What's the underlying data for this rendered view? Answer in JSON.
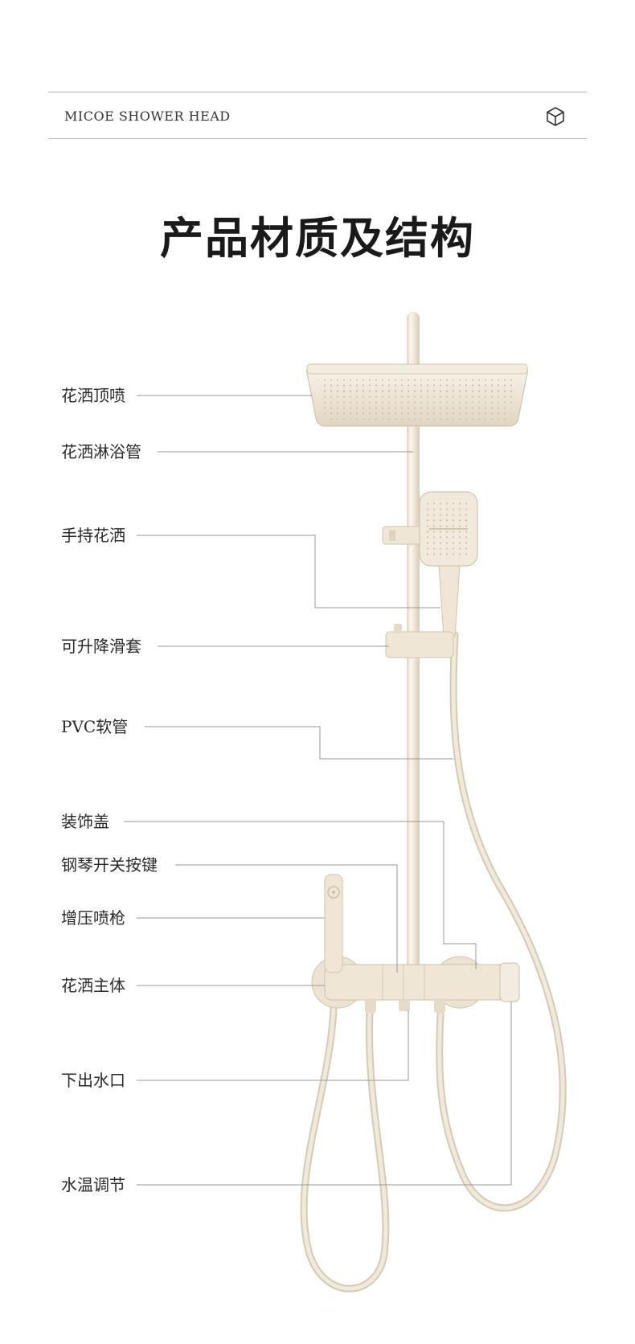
{
  "header": {
    "brand": "MICOE SHOWER HEAD",
    "icon": "cube-icon"
  },
  "page_title": "产品材质及结构",
  "parts": [
    {
      "id": "top-shower",
      "label": "花洒顶喷"
    },
    {
      "id": "shower-pipe",
      "label": "花洒淋浴管"
    },
    {
      "id": "hand-shower",
      "label": "手持花洒"
    },
    {
      "id": "slider",
      "label": "可升降滑套"
    },
    {
      "id": "pvc-hose",
      "label": "PVC软管"
    },
    {
      "id": "cover",
      "label": "装饰盖"
    },
    {
      "id": "piano-keys",
      "label": "钢琴开关按键"
    },
    {
      "id": "spray-gun",
      "label": "增压喷枪"
    },
    {
      "id": "body",
      "label": "花洒主体"
    },
    {
      "id": "outlet",
      "label": "下出水口"
    },
    {
      "id": "temp",
      "label": "水温调节"
    }
  ],
  "colors": {
    "product": "#efe6d6",
    "product_shadow": "#d8ccb6",
    "line": "#9a9a9a"
  }
}
